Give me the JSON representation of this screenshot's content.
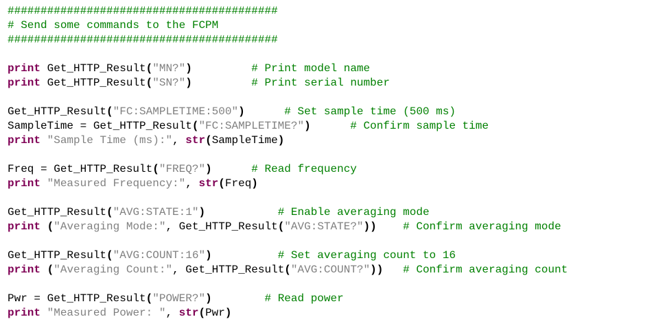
{
  "colors": {
    "background": "#ffffff",
    "keyword": "#7f0055",
    "string": "#808080",
    "comment": "#008000",
    "plain": "#000000"
  },
  "code_lines": [
    [
      {
        "t": "cmt",
        "v": "#########################################"
      }
    ],
    [
      {
        "t": "cmt",
        "v": "# Send some commands to the FCPM"
      }
    ],
    [
      {
        "t": "cmt",
        "v": "#########################################"
      }
    ],
    [],
    [
      {
        "t": "kw",
        "v": "print"
      },
      {
        "t": "pln",
        "v": " Get_HTTP_Result"
      },
      {
        "t": "paren",
        "v": "("
      },
      {
        "t": "str",
        "v": "\"MN?\""
      },
      {
        "t": "paren",
        "v": ")"
      },
      {
        "t": "pln",
        "v": "         "
      },
      {
        "t": "cmt",
        "v": "# Print model name"
      }
    ],
    [
      {
        "t": "kw",
        "v": "print"
      },
      {
        "t": "pln",
        "v": " Get_HTTP_Result"
      },
      {
        "t": "paren",
        "v": "("
      },
      {
        "t": "str",
        "v": "\"SN?\""
      },
      {
        "t": "paren",
        "v": ")"
      },
      {
        "t": "pln",
        "v": "         "
      },
      {
        "t": "cmt",
        "v": "# Print serial number"
      }
    ],
    [],
    [
      {
        "t": "pln",
        "v": "Get_HTTP_Result"
      },
      {
        "t": "paren",
        "v": "("
      },
      {
        "t": "str",
        "v": "\"FC:SAMPLETIME:500\""
      },
      {
        "t": "paren",
        "v": ")"
      },
      {
        "t": "pln",
        "v": "      "
      },
      {
        "t": "cmt",
        "v": "# Set sample time (500 ms)"
      }
    ],
    [
      {
        "t": "pln",
        "v": "SampleTime = Get_HTTP_Result"
      },
      {
        "t": "paren",
        "v": "("
      },
      {
        "t": "str",
        "v": "\"FC:SAMPLETIME?\""
      },
      {
        "t": "paren",
        "v": ")"
      },
      {
        "t": "pln",
        "v": "      "
      },
      {
        "t": "cmt",
        "v": "# Confirm sample time"
      }
    ],
    [
      {
        "t": "kw",
        "v": "print"
      },
      {
        "t": "pln",
        "v": " "
      },
      {
        "t": "str",
        "v": "\"Sample Time (ms):\""
      },
      {
        "t": "pln",
        "v": ", "
      },
      {
        "t": "kw",
        "v": "str"
      },
      {
        "t": "paren",
        "v": "("
      },
      {
        "t": "pln",
        "v": "SampleTime"
      },
      {
        "t": "paren",
        "v": ")"
      }
    ],
    [],
    [
      {
        "t": "pln",
        "v": "Freq = Get_HTTP_Result"
      },
      {
        "t": "paren",
        "v": "("
      },
      {
        "t": "str",
        "v": "\"FREQ?\""
      },
      {
        "t": "paren",
        "v": ")"
      },
      {
        "t": "pln",
        "v": "      "
      },
      {
        "t": "cmt",
        "v": "# Read frequency"
      }
    ],
    [
      {
        "t": "kw",
        "v": "print"
      },
      {
        "t": "pln",
        "v": " "
      },
      {
        "t": "str",
        "v": "\"Measured Frequency:\""
      },
      {
        "t": "pln",
        "v": ", "
      },
      {
        "t": "kw",
        "v": "str"
      },
      {
        "t": "paren",
        "v": "("
      },
      {
        "t": "pln",
        "v": "Freq"
      },
      {
        "t": "paren",
        "v": ")"
      }
    ],
    [],
    [
      {
        "t": "pln",
        "v": "Get_HTTP_Result"
      },
      {
        "t": "paren",
        "v": "("
      },
      {
        "t": "str",
        "v": "\"AVG:STATE:1\""
      },
      {
        "t": "paren",
        "v": ")"
      },
      {
        "t": "pln",
        "v": "           "
      },
      {
        "t": "cmt",
        "v": "# Enable averaging mode"
      }
    ],
    [
      {
        "t": "kw",
        "v": "print"
      },
      {
        "t": "pln",
        "v": " "
      },
      {
        "t": "paren",
        "v": "("
      },
      {
        "t": "str",
        "v": "\"Averaging Mode:\""
      },
      {
        "t": "pln",
        "v": ", Get_HTTP_Result"
      },
      {
        "t": "paren",
        "v": "("
      },
      {
        "t": "str",
        "v": "\"AVG:STATE?\""
      },
      {
        "t": "paren",
        "v": "))"
      },
      {
        "t": "pln",
        "v": "    "
      },
      {
        "t": "cmt",
        "v": "# Confirm averaging mode"
      }
    ],
    [],
    [
      {
        "t": "pln",
        "v": "Get_HTTP_Result"
      },
      {
        "t": "paren",
        "v": "("
      },
      {
        "t": "str",
        "v": "\"AVG:COUNT:16\""
      },
      {
        "t": "paren",
        "v": ")"
      },
      {
        "t": "pln",
        "v": "          "
      },
      {
        "t": "cmt",
        "v": "# Set averaging count to 16"
      }
    ],
    [
      {
        "t": "kw",
        "v": "print"
      },
      {
        "t": "pln",
        "v": " "
      },
      {
        "t": "paren",
        "v": "("
      },
      {
        "t": "str",
        "v": "\"Averaging Count:\""
      },
      {
        "t": "pln",
        "v": ", Get_HTTP_Result"
      },
      {
        "t": "paren",
        "v": "("
      },
      {
        "t": "str",
        "v": "\"AVG:COUNT?\""
      },
      {
        "t": "paren",
        "v": "))"
      },
      {
        "t": "pln",
        "v": "   "
      },
      {
        "t": "cmt",
        "v": "# Confirm averaging count"
      }
    ],
    [],
    [
      {
        "t": "pln",
        "v": "Pwr = Get_HTTP_Result"
      },
      {
        "t": "paren",
        "v": "("
      },
      {
        "t": "str",
        "v": "\"POWER?\""
      },
      {
        "t": "paren",
        "v": ")"
      },
      {
        "t": "pln",
        "v": "        "
      },
      {
        "t": "cmt",
        "v": "# Read power"
      }
    ],
    [
      {
        "t": "kw",
        "v": "print"
      },
      {
        "t": "pln",
        "v": " "
      },
      {
        "t": "str",
        "v": "\"Measured Power: \""
      },
      {
        "t": "pln",
        "v": ", "
      },
      {
        "t": "kw",
        "v": "str"
      },
      {
        "t": "paren",
        "v": "("
      },
      {
        "t": "pln",
        "v": "Pwr"
      },
      {
        "t": "paren",
        "v": ")"
      }
    ]
  ]
}
